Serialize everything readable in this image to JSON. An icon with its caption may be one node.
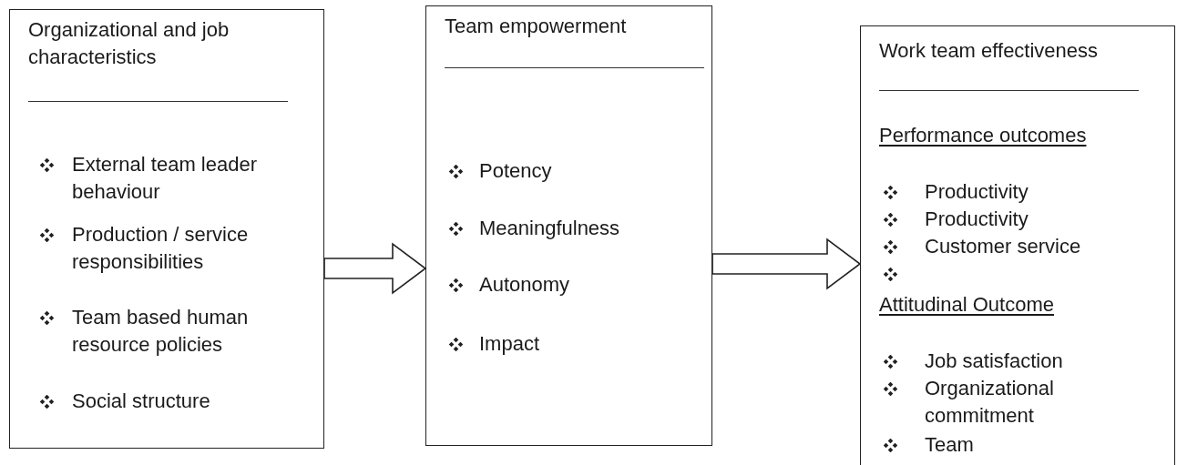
{
  "diagram": {
    "nodes": [
      {
        "text": [
          "Organizational and job characteristics",
          "External team leader behaviour",
          "Production / service responsibilities",
          "Team based human resource policies",
          "Social structure"
        ]
      },
      {
        "text": [
          "Team empowerment",
          "Potency",
          "Meaningfulness",
          "Autonomy",
          "Impact"
        ]
      },
      {
        "text": [
          "Work team effectiveness",
          "Performance outcomes",
          "Productivity",
          "Productivity",
          "Customer service",
          "Attitudinal Outcome",
          "Job satisfaction",
          "Organizational commitment",
          "Team"
        ]
      }
    ],
    "edges": [
      {
        "from": 0,
        "to": 1,
        "arrow": "to"
      },
      {
        "from": 1,
        "to": 2,
        "arrow": "to"
      }
    ]
  }
}
